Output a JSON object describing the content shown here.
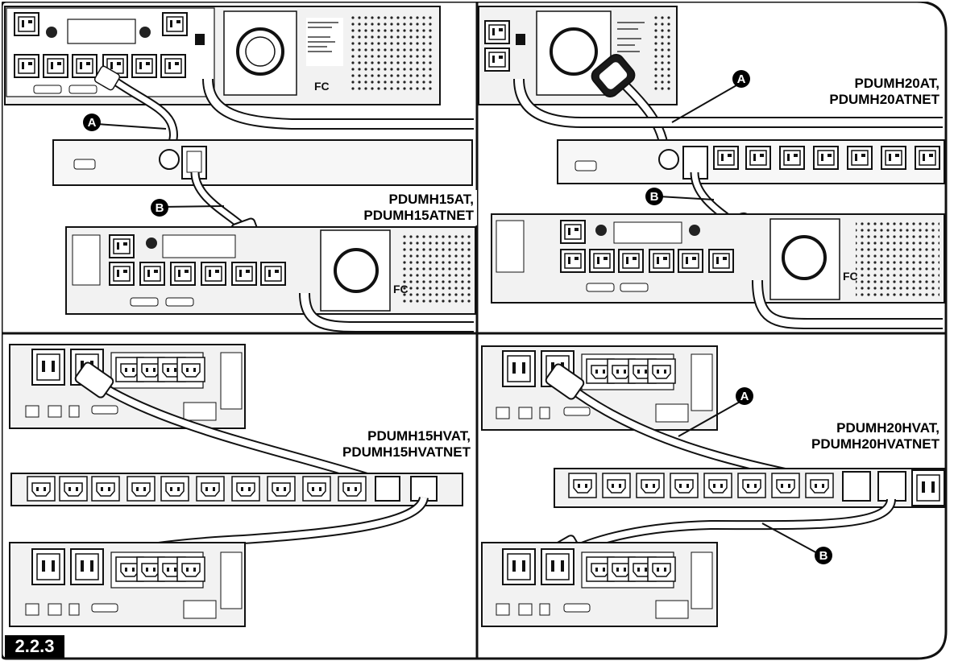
{
  "panels": [
    {
      "id": "top-left",
      "models": [
        "PDUMH15AT,",
        "PDUMH15ATNET"
      ],
      "callouts": [
        "A",
        "B"
      ]
    },
    {
      "id": "top-right",
      "models": [
        "PDUMH20AT,",
        "PDUMH20ATNET"
      ],
      "callouts": [
        "A",
        "B"
      ]
    },
    {
      "id": "bottom-left",
      "models": [
        "PDUMH15HVAT,",
        "PDUMH15HVATNET"
      ],
      "callouts": []
    },
    {
      "id": "bottom-right",
      "models": [
        "PDUMH20HVAT,",
        "PDUMH20HVATNET"
      ],
      "callouts": [
        "A",
        "B"
      ]
    }
  ],
  "step": "2.2.3",
  "colors": {
    "ink": "#111111",
    "panel_fill": "#ffffff",
    "device_fill": "#f2f2f2",
    "badge": "#000000"
  }
}
